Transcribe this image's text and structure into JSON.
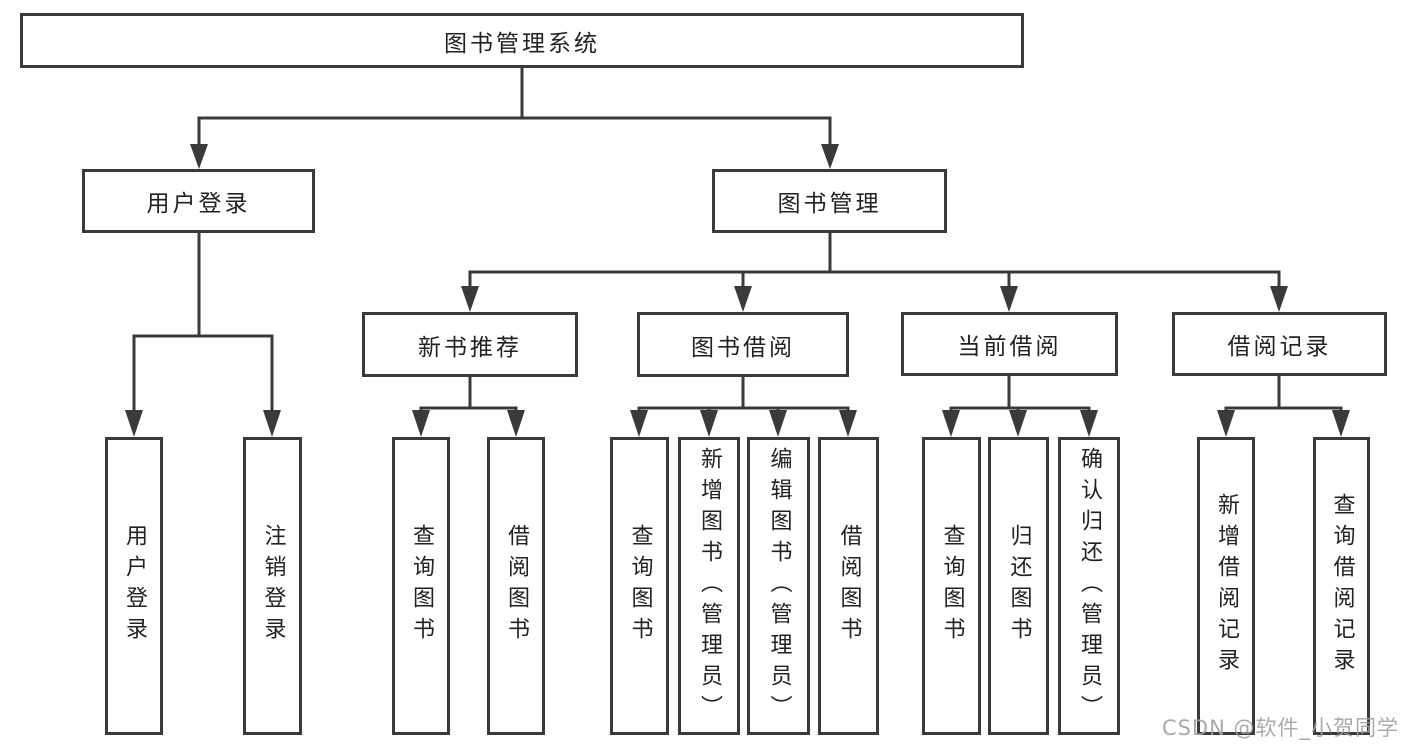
{
  "colors": {
    "line": "#3a3a3a",
    "text": "#222222",
    "bg": "#ffffff",
    "watermark": "#a3a3a3"
  },
  "watermark": {
    "text": "CSDN @软件_小贺同学"
  },
  "tree": {
    "root": {
      "label": "图书管理系统"
    },
    "branches": [
      {
        "label": "用户登录",
        "children": [
          {
            "label": "用户登录"
          },
          {
            "label": "注销登录"
          }
        ]
      },
      {
        "label": "图书管理",
        "children": [
          {
            "label": "新书推荐",
            "children": [
              {
                "label": "查询图书"
              },
              {
                "label": "借阅图书"
              }
            ]
          },
          {
            "label": "图书借阅",
            "children": [
              {
                "label": "查询图书"
              },
              {
                "label": "新增图书（管理员）"
              },
              {
                "label": "编辑图书（管理员）"
              },
              {
                "label": "借阅图书"
              }
            ]
          },
          {
            "label": "当前借阅",
            "children": [
              {
                "label": "查询图书"
              },
              {
                "label": "归还图书"
              },
              {
                "label": "确认归还（管理员）"
              }
            ]
          },
          {
            "label": "借阅记录",
            "children": [
              {
                "label": "新增借阅记录"
              },
              {
                "label": "查询借阅记录"
              }
            ]
          }
        ]
      }
    ]
  }
}
